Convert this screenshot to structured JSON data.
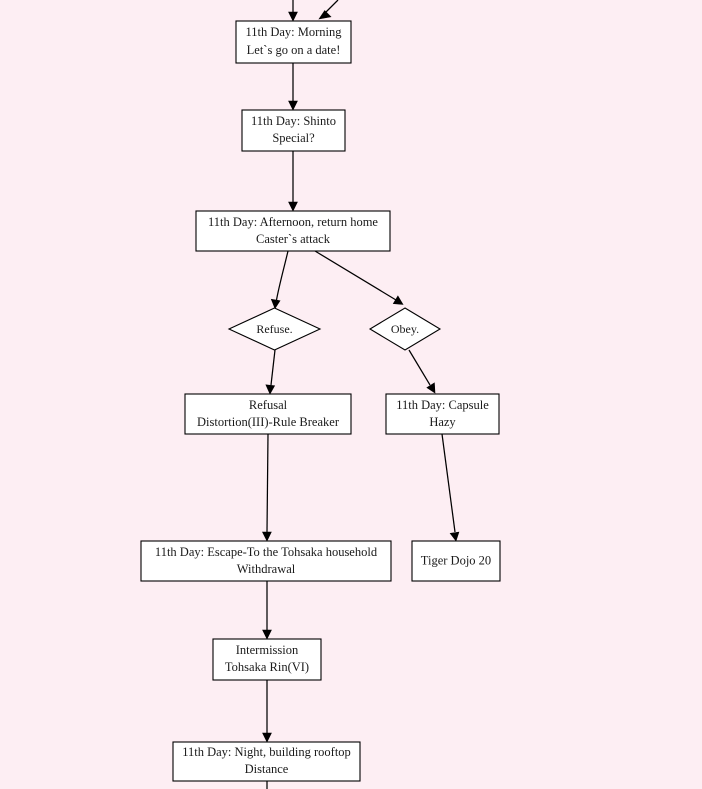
{
  "diagram": {
    "title": "Fate route flowchart fragment",
    "background_color": "#fdeef3",
    "node_fill": "#ffffff",
    "node_stroke": "#000000",
    "nodes": [
      {
        "id": "morning",
        "kind": "box",
        "lines": [
          "11th Day: Morning",
          "Let`s go on a date!"
        ]
      },
      {
        "id": "shinto",
        "kind": "box",
        "lines": [
          "11th Day: Shinto",
          "Special?"
        ]
      },
      {
        "id": "afternoon",
        "kind": "box",
        "lines": [
          "11th Day: Afternoon, return home",
          "Caster`s attack"
        ]
      },
      {
        "id": "refuse",
        "kind": "diamond",
        "lines": [
          "Refuse."
        ]
      },
      {
        "id": "obey",
        "kind": "diamond",
        "lines": [
          "Obey."
        ]
      },
      {
        "id": "refusal",
        "kind": "box",
        "lines": [
          "Refusal",
          "Distortion(III)-Rule Breaker"
        ]
      },
      {
        "id": "capsule",
        "kind": "box",
        "lines": [
          "11th Day: Capsule",
          "Hazy"
        ]
      },
      {
        "id": "escape",
        "kind": "box",
        "lines": [
          "11th Day: Escape-To the Tohsaka household",
          "Withdrawal"
        ]
      },
      {
        "id": "tigerdojo",
        "kind": "box",
        "lines": [
          "Tiger Dojo 20"
        ]
      },
      {
        "id": "intermission",
        "kind": "box",
        "lines": [
          "Intermission",
          "Tohsaka Rin(VI)"
        ]
      },
      {
        "id": "night",
        "kind": "box",
        "lines": [
          "11th Day: Night, building rooftop",
          "Distance"
        ]
      }
    ],
    "edges": [
      {
        "from": "offscreen-top-left",
        "to": "morning"
      },
      {
        "from": "offscreen-top-right",
        "to": "morning"
      },
      {
        "from": "morning",
        "to": "shinto"
      },
      {
        "from": "shinto",
        "to": "afternoon"
      },
      {
        "from": "afternoon",
        "to": "refuse"
      },
      {
        "from": "afternoon",
        "to": "obey"
      },
      {
        "from": "refuse",
        "to": "refusal"
      },
      {
        "from": "obey",
        "to": "capsule"
      },
      {
        "from": "refusal",
        "to": "escape"
      },
      {
        "from": "capsule",
        "to": "tigerdojo"
      },
      {
        "from": "escape",
        "to": "intermission"
      },
      {
        "from": "intermission",
        "to": "night"
      },
      {
        "from": "night",
        "to": "offscreen-bottom"
      }
    ]
  }
}
